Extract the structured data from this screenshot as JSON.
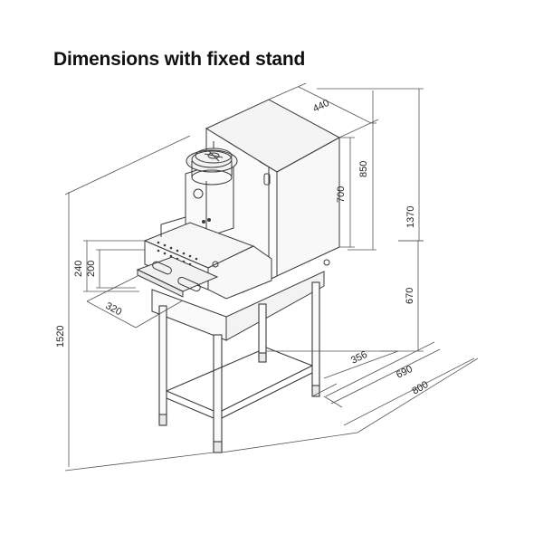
{
  "title": "Dimensions with fixed stand",
  "dimensions": {
    "top_depth": "440",
    "upper_body_height": "700",
    "upper_total_height": "850",
    "total_height_machine": "1370",
    "shelf_height_outer": "240",
    "shelf_height_inner": "200",
    "shelf_width": "320",
    "overall_height": "1520",
    "stand_height": "670",
    "stand_depth_inner": "356",
    "stand_width": "690",
    "overall_width": "800"
  },
  "colors": {
    "line": "#3a3a3a",
    "dim": "#555555",
    "text": "#222222"
  }
}
